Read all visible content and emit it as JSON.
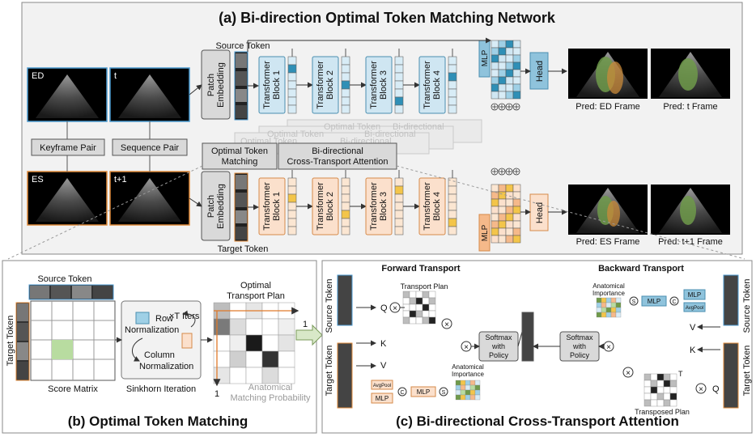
{
  "panel_a": {
    "title": "(a) Bi-direction Optimal Token Matching Network",
    "frames": {
      "ed": "ED",
      "t": "t",
      "es": "ES",
      "t1": "t+1"
    },
    "keyframe_pair": "Keyframe Pair",
    "sequence_pair": "Sequence Pair",
    "source_token": "Source Token",
    "target_token": "Target Token",
    "patch_embedding": [
      "Patch",
      "Embedding"
    ],
    "blocks_top": [
      [
        "Transformer",
        "Block 1"
      ],
      [
        "Transformer",
        "Block 2"
      ],
      [
        "Transformer",
        "Block 3"
      ],
      [
        "Transformer",
        "Block 4"
      ]
    ],
    "blocks_bottom": [
      [
        "Transformer",
        "Block 1"
      ],
      [
        "Transformer",
        "Block 2"
      ],
      [
        "Transformer",
        "Block 3"
      ],
      [
        "Transformer",
        "Block 4"
      ]
    ],
    "mlp": "MLP",
    "head": "Head",
    "otm_label": [
      "Optimal Token",
      "Matching"
    ],
    "bcta_label": [
      "Bi-directional",
      "Cross-Transport Attention"
    ],
    "ghost_labels": [
      "Optimal Token",
      "Bi-directional",
      "Optimal Token",
      "Bi-directional",
      "Optimal Token",
      "Bi-directional"
    ],
    "preds": [
      "Pred: ED Frame",
      "Pred: t Frame",
      "Pred: ES Frame",
      "Pred: t+1 Frame"
    ]
  },
  "panel_b": {
    "title": "(b) Optimal Token Matching",
    "source_token": "Source Token",
    "target_token": "Target Token",
    "score_matrix": "Score Matrix",
    "row_norm": [
      "Row",
      "Normalization"
    ],
    "col_norm": [
      "Column",
      "Normalization"
    ],
    "iters": "×T Iters",
    "sinkhorn": "Sinkhorn Iteration",
    "plan_title": [
      "Optimal",
      "Transport Plan"
    ],
    "axis_one_top": "1",
    "axis_one_bottom": "1",
    "amp": [
      "Anatomical",
      "Matching Probability"
    ]
  },
  "panel_c": {
    "title": "(c) Bi-directional Cross-Transport Attention",
    "forward": "Forward Transport",
    "backward": "Backward Transport",
    "source_token_left": "Source Token",
    "target_token_left": "Target Token",
    "source_token_right": "Source Token",
    "target_token_right": "Target Token",
    "transport_plan": "Transport Plan",
    "transposed_plan": "Transposed Plan",
    "q": "Q",
    "k": "K",
    "v": "V",
    "softmax": [
      "Softmax",
      "with",
      "Policy"
    ],
    "anat_importance": [
      "Anatomical",
      "Importance"
    ],
    "mlp": "MLP",
    "avgpool": "AvgPool",
    "c": "C",
    "s": "S",
    "t_sup": "T"
  },
  "colors": {
    "blue_block": "#cfe6f2",
    "orange_block": "#fbe0cc",
    "lv_green": "#6f9a4a",
    "la_orange": "#c98a3a"
  }
}
